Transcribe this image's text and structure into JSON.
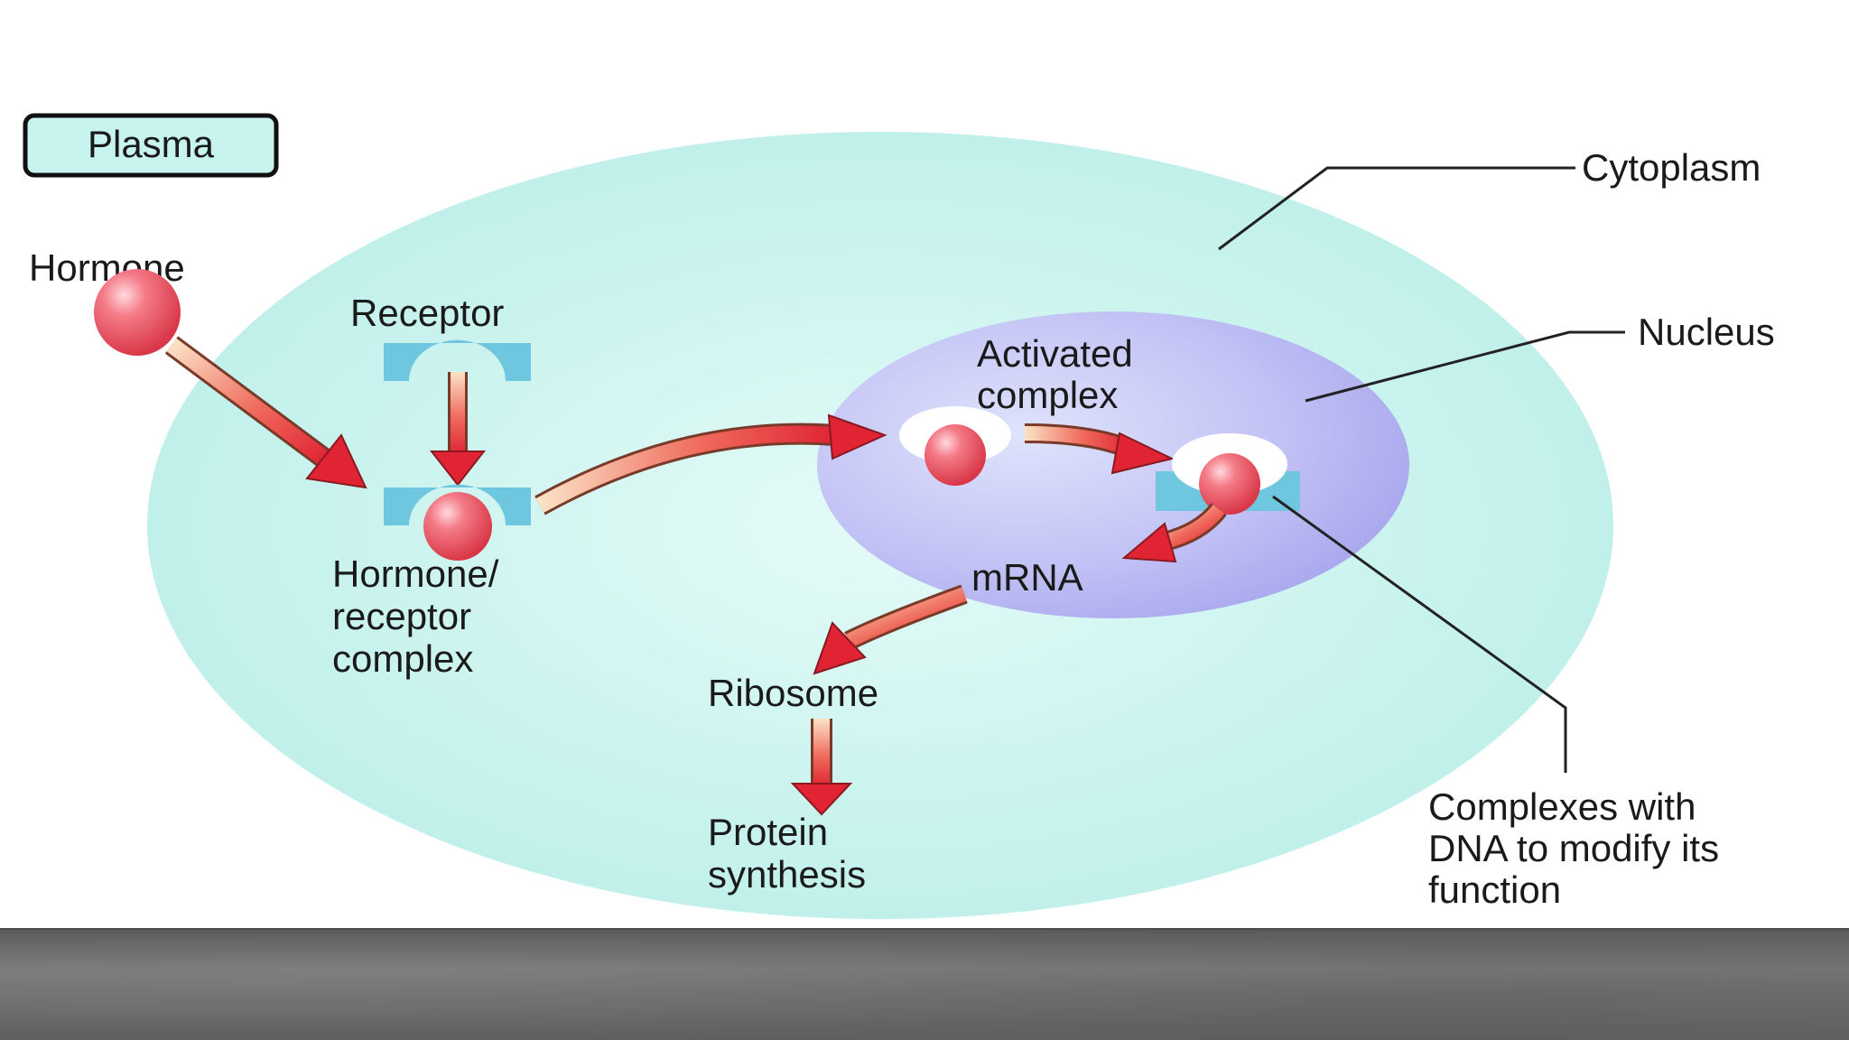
{
  "labels": {
    "plasma": "Plasma",
    "hormone": "Hormone",
    "receptor": "Receptor",
    "hormone_receptor_complex": [
      "Hormone/",
      "receptor",
      "complex"
    ],
    "activated_complex": [
      "Activated",
      "complex"
    ],
    "mrna": "mRNA",
    "ribosome": "Ribosome",
    "protein_synthesis": [
      "Protein",
      "synthesis"
    ],
    "cytoplasm": "Cytoplasm",
    "nucleus": "Nucleus",
    "dna_complex": [
      "Complexes with",
      "DNA to modify its",
      "function"
    ]
  },
  "colors": {
    "cell_fill": "#c9f3ee",
    "nucleus_fill": "#b7b6f2",
    "receptor_fill": "#6fc7df",
    "hormone_fill": "#ef5a68",
    "arrow_fill": "#e02434",
    "arrow_light": "#fbe3c6",
    "plasma_box_fill": "#c8f4ef"
  }
}
